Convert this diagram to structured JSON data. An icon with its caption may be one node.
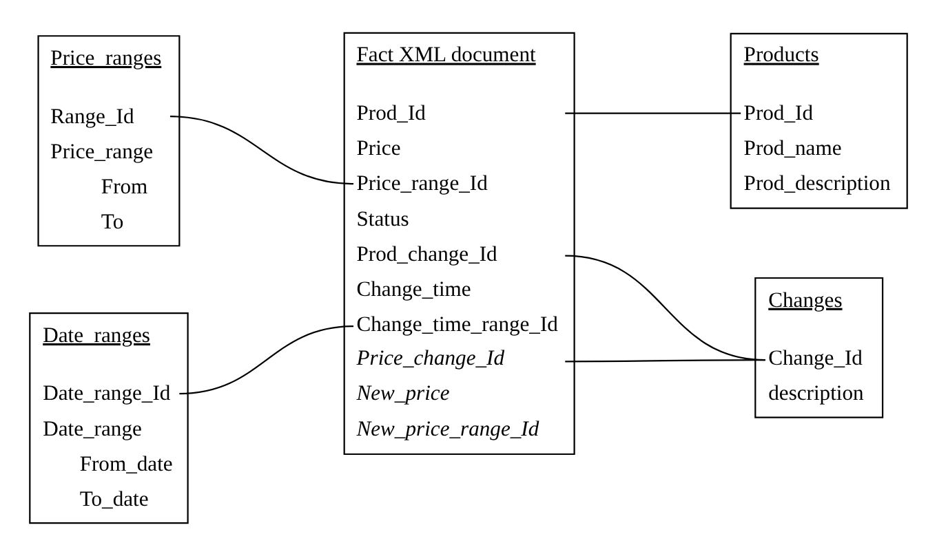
{
  "diagram": {
    "nodes": [
      {
        "text": [
          "Price_ranges",
          "Range_Id",
          "Price_range",
          "From",
          "To"
        ]
      },
      {
        "text": [
          "Fact XML document",
          "Prod_Id",
          "Price",
          "Price_range_Id",
          "Status",
          "Prod_change_Id",
          "Change_time",
          "Change_time_range_Id",
          "Price_change_Id",
          "New_price",
          "New_price_range_Id"
        ]
      },
      {
        "text": [
          "Products",
          "Prod_Id",
          "Prod_name",
          "Prod_description"
        ]
      },
      {
        "text": [
          "Changes",
          "Change_Id",
          "description"
        ]
      },
      {
        "text": [
          "Date_ranges",
          "Date_range_Id",
          "Date_range",
          "From_date",
          "To_date"
        ]
      }
    ],
    "edges": [
      {
        "from": 0,
        "to": 1,
        "arrow": "none"
      },
      {
        "from": 1,
        "to": 2,
        "arrow": "none"
      },
      {
        "from": 1,
        "to": 3,
        "arrow": "none"
      },
      {
        "from": 1,
        "to": 3,
        "arrow": "none"
      },
      {
        "from": 4,
        "to": 1,
        "arrow": "none"
      }
    ]
  }
}
